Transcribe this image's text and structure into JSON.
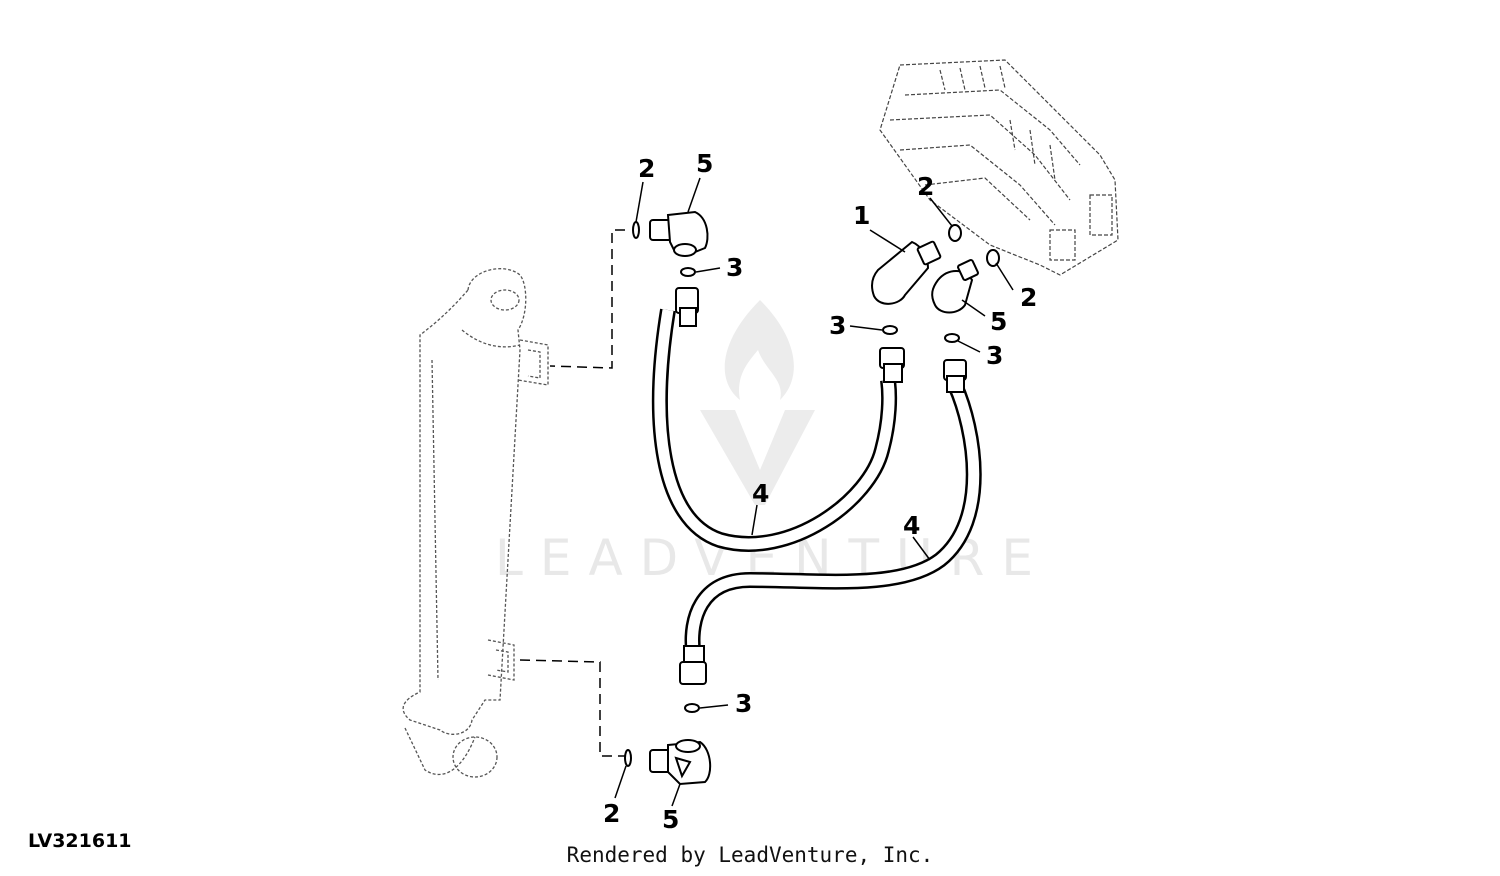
{
  "diagram": {
    "figure_id": "LV321611",
    "credit": "Rendered by LeadVenture, Inc.",
    "watermark": "LEADVENTURE",
    "callouts": {
      "c1": "1",
      "c2_top_left": "2",
      "c5_top_left": "5",
      "c3_top_left": "3",
      "c2_valve_upper": "2",
      "c2_valve_lower": "2",
      "c5_valve": "5",
      "c3_left_of_fitting": "3",
      "c3_right_fitting": "3",
      "c4_upper_hose": "4",
      "c4_lower_hose": "4",
      "c3_bottom": "3",
      "c2_bottom": "2",
      "c5_bottom": "5"
    }
  }
}
